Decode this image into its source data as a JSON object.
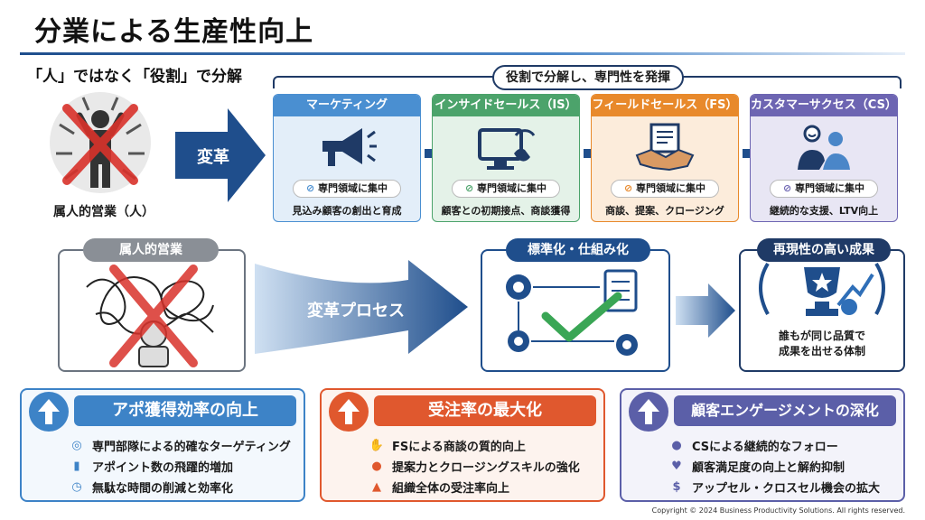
{
  "title": "分業による生産性向上",
  "subtitle": "「人」ではなく「役割」で分解",
  "bracket_label": "役割で分解し、専門性を発揮",
  "person_label": "属人的営業（人）",
  "transform_label": "変革",
  "focus_label": "専門領域に集中",
  "roles": [
    {
      "name": "マーケティング",
      "desc": "見込み顧客の創出と育成",
      "color": "#4a8fd1",
      "icon": "megaphone-icon"
    },
    {
      "name": "インサイドセールス（IS）",
      "desc": "顧客との初期接点、商談獲得",
      "color": "#4ca36b",
      "icon": "computer-headset-icon"
    },
    {
      "name": "フィールドセールス（FS）",
      "desc": "商談、提案、クロージング",
      "color": "#e8892b",
      "icon": "handshake-icon"
    },
    {
      "name": "カスタマーサクセス（CS）",
      "desc": "継続的な支援、LTV向上",
      "color": "#6d65b2",
      "icon": "customer-support-icon"
    }
  ],
  "middle": {
    "before_label": "属人的営業",
    "process_label": "変革プロセス",
    "standard_label": "標準化・仕組み化",
    "result_label": "再現性の高い成果",
    "result_desc_1": "誰もが同じ品質で",
    "result_desc_2": "成果を出せる体制"
  },
  "benefits": [
    {
      "title": "アポ獲得効率の向上",
      "color": "#3d83c7",
      "items": [
        {
          "icon": "target-icon",
          "text": "専門部隊による的確なターゲティング"
        },
        {
          "icon": "bar-chart-icon",
          "text": "アポイント数の飛躍的増加"
        },
        {
          "icon": "stopwatch-icon",
          "text": "無駄な時間の削減と効率化"
        }
      ]
    },
    {
      "title": "受注率の最大化",
      "color": "#e0582e",
      "items": [
        {
          "icon": "handshake-icon",
          "text": "FSによる商談の質的向上"
        },
        {
          "icon": "team-icon",
          "text": "提案力とクロージングスキルの強化"
        },
        {
          "icon": "growth-chart-icon",
          "text": "組織全体の受注率向上"
        }
      ]
    },
    {
      "title": "顧客エンゲージメントの深化",
      "color": "#5b5fa8",
      "items": [
        {
          "icon": "headset-icon",
          "text": "CSによる継続的なフォロー"
        },
        {
          "icon": "heart-hand-icon",
          "text": "顧客満足度の向上と解約抑制"
        },
        {
          "icon": "upsell-icon",
          "text": "アップセル・クロスセル機会の拡大"
        }
      ]
    }
  ],
  "copyright": "Copyright © 2024 Business Productivity Solutions. All rights reserved."
}
